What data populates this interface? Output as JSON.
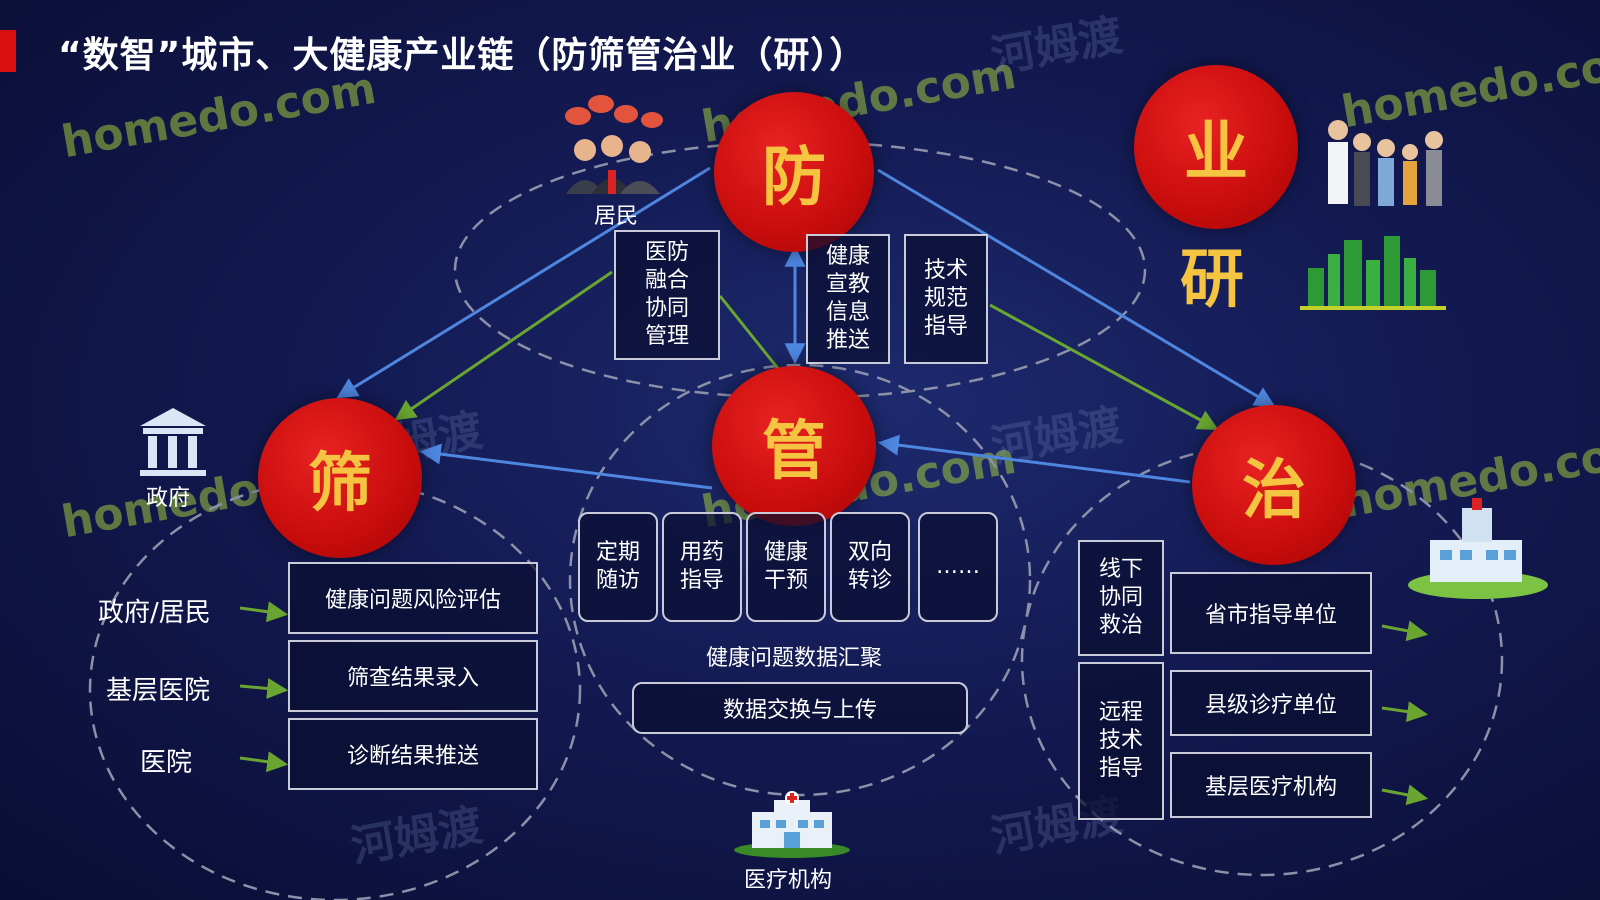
{
  "title": "“数智”城市、大健康产业链（防筛管治业（研））",
  "nodes": {
    "fang": "防",
    "shai": "筛",
    "guan": "管",
    "zhi": "治",
    "ye": "业",
    "yan": "研"
  },
  "labels": {
    "residents": "居民",
    "government": "政府",
    "medical_institution": "医疗机构"
  },
  "fang_boxes": [
    "医防\n融合\n协同\n管理",
    "健康\n宣教\n信息\n推送",
    "技术\n规范\n指导"
  ],
  "shai_section": {
    "sources": [
      "政府/居民",
      "基层医院",
      "医院"
    ],
    "boxes": [
      "健康问题风险评估",
      "筛查结果录入",
      "诊断结果推送"
    ]
  },
  "guan_section": {
    "boxes": [
      "定期\n随访",
      "用药\n指导",
      "健康\n干预",
      "双向\n转诊",
      "……"
    ],
    "aggregate": "健康问题数据汇聚",
    "exchange": "数据交换与上传"
  },
  "zhi_section": {
    "left_boxes": [
      "线下\n协同\n救治",
      "远程\n技术\n指导"
    ],
    "right_boxes": [
      "省市指导单位",
      "县级诊疗单位",
      "基层医疗机构"
    ]
  },
  "watermarks": [
    "homedo.com",
    "河姆渡"
  ],
  "colors": {
    "red": "#c80c0c",
    "gold": "#f5c542",
    "blue_arrow": "#4e86e0",
    "green_arrow": "#6aa532"
  }
}
